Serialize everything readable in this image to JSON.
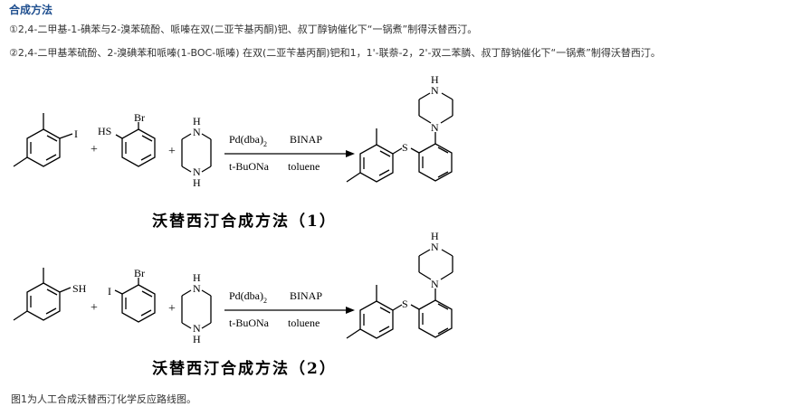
{
  "heading": "合成方法",
  "paragraphs": [
    "①2,4-二甲基-1-碘苯与2-溴苯硫酚、哌嗪在双(二亚苄基丙酮)钯、叔丁醇钠催化下“一锅煮”制得沃替西汀。",
    "②2,4-二甲基苯硫酚、2-溴碘苯和哌嗪(1-BOC-哌嗪) 在双(二亚苄基丙酮)钯和1，1'-联萘-2，2'-双二苯膦、叔丁醇钠催化下“一锅煮”制得沃替西汀。"
  ],
  "scheme1": {
    "r1_sub": "I",
    "r2_sh": "HS",
    "r2_br": "Br",
    "pip_n_top": "N",
    "pip_h_top": "H",
    "pip_n_bot": "N",
    "pip_h_bot": "H",
    "plus": "+",
    "cond_cat": "Pd(dba)",
    "cond_cat_sub": "2",
    "cond_ligand": "BINAP",
    "cond_base": "t-BuONa",
    "cond_solvent": "toluene",
    "prod_s": "S",
    "prod_n": "N",
    "prod_nh_n": "N",
    "prod_nh_h": "H",
    "title": "沃替西汀合成方法（1）"
  },
  "scheme2": {
    "r1_sub": "SH",
    "r2_i": "I",
    "r2_br": "Br",
    "pip_n_top": "N",
    "pip_h_top": "H",
    "pip_n_bot": "N",
    "pip_h_bot": "H",
    "plus": "+",
    "cond_cat": "Pd(dba)",
    "cond_cat_sub": "2",
    "cond_ligand": "BINAP",
    "cond_base": "t-BuONa",
    "cond_solvent": "toluene",
    "prod_s": "S",
    "prod_n": "N",
    "prod_nh_n": "N",
    "prod_nh_h": "H",
    "title": "沃替西汀合成方法（2）"
  },
  "caption": "图1为人工合成沃替西汀化学反应路线图。"
}
